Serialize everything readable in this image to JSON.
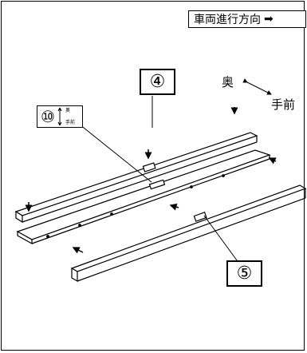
{
  "direction_label": "車両進行方向",
  "direction_arrow": "➡",
  "label_back": "奥",
  "label_front": "手前",
  "callout_4": "④",
  "callout_5": "⑤",
  "callout_10": "⑩",
  "mark_top": "奥",
  "mark_bottom": "手前"
}
